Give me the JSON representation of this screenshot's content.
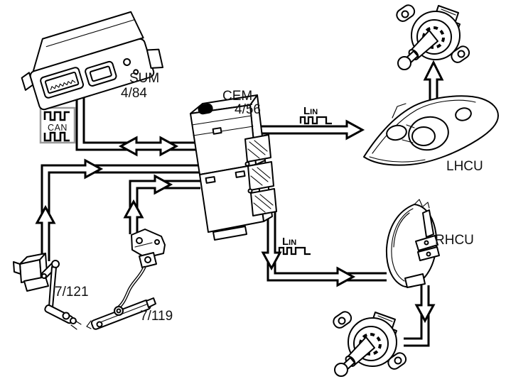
{
  "diagram": {
    "background": "#ffffff",
    "stroke_color": "#000000",
    "can_box_border": "#9a9a9a",
    "modules": {
      "sum": {
        "name": "SUM",
        "ref": "4/84"
      },
      "cem": {
        "name": "CEM",
        "ref": "4/56"
      },
      "left_headlamp": {
        "name": "LHCU"
      },
      "right_headlamp": {
        "name": "RHCU"
      },
      "front_level_sensor": {
        "ref": "7/121"
      },
      "rear_level_sensor": {
        "ref": "7/119"
      }
    },
    "buses": {
      "can": {
        "label": "CAN"
      },
      "lin": {
        "initial": "L",
        "rest": "IN"
      }
    },
    "icons": {
      "can_bus": "square-wave-icon",
      "lin_bus": "square-wave-icon"
    }
  }
}
